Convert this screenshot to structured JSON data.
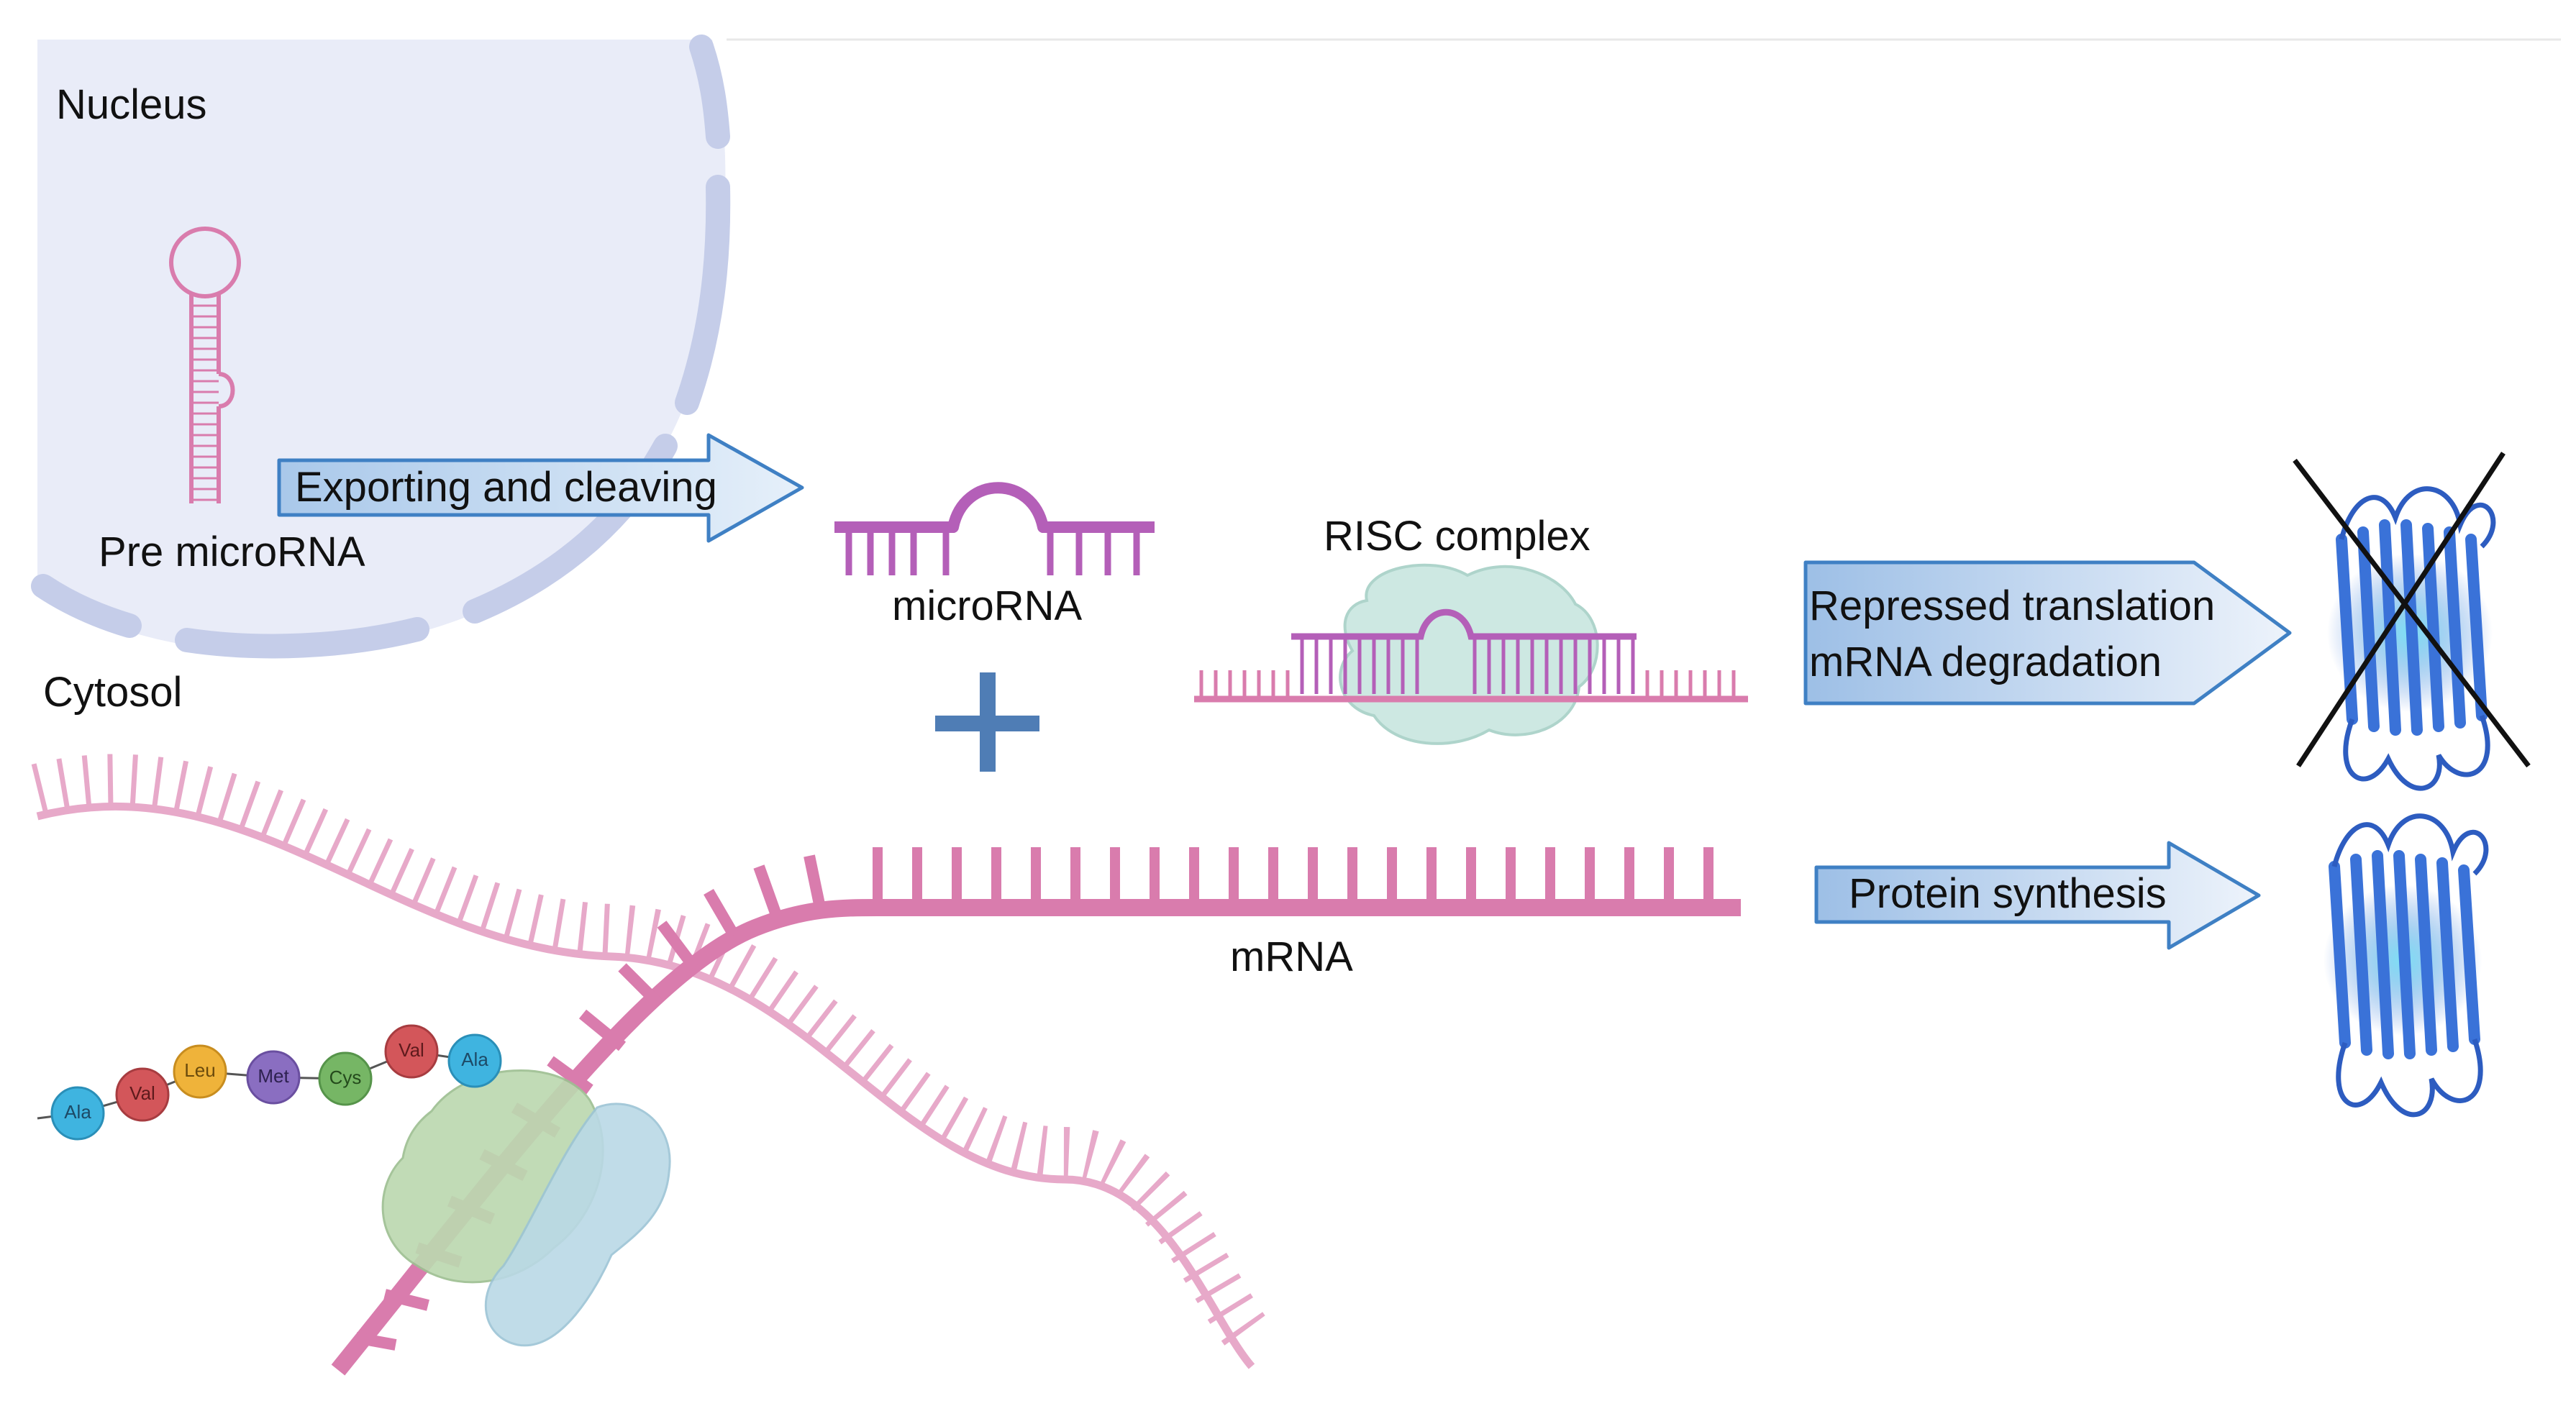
{
  "labels": {
    "nucleus": "Nucleus",
    "cytosol": "Cytosol",
    "pre_microrna": "Pre microRNA",
    "microrna": "microRNA",
    "risc_complex": "RISC complex",
    "mrna": "mRNA"
  },
  "arrows": {
    "export": "Exporting and cleaving",
    "repressed_line1": "Repressed translation",
    "repressed_line2": "mRNA degradation",
    "synthesis": "Protein synthesis"
  },
  "amino_acids": [
    {
      "label": "Ala",
      "color": "#3fb4e0"
    },
    {
      "label": "Val",
      "color": "#d3565a"
    },
    {
      "label": "Leu",
      "color": "#efb33a"
    },
    {
      "label": "Met",
      "color": "#8a6ec1"
    },
    {
      "label": "Cys",
      "color": "#76b665"
    },
    {
      "label": "Val",
      "color": "#d3565a"
    },
    {
      "label": "Ala",
      "color": "#3fb4e0"
    }
  ],
  "colors": {
    "nucleus_fill": "#e9ecf8",
    "nucleus_membrane": "#c5cde9",
    "rna_pink": "#d97cad",
    "rna_light": "#e7a9c9",
    "mirna_purple": "#b45fb8",
    "arrow_fill": "#b8d3ee",
    "arrow_stroke": "#3f80c4",
    "protein_blue": "#3a72d8",
    "risc_fill": "#cde8e2",
    "ribosome_large": "#bcd8b0",
    "ribosome_small": "#bad9e6"
  }
}
